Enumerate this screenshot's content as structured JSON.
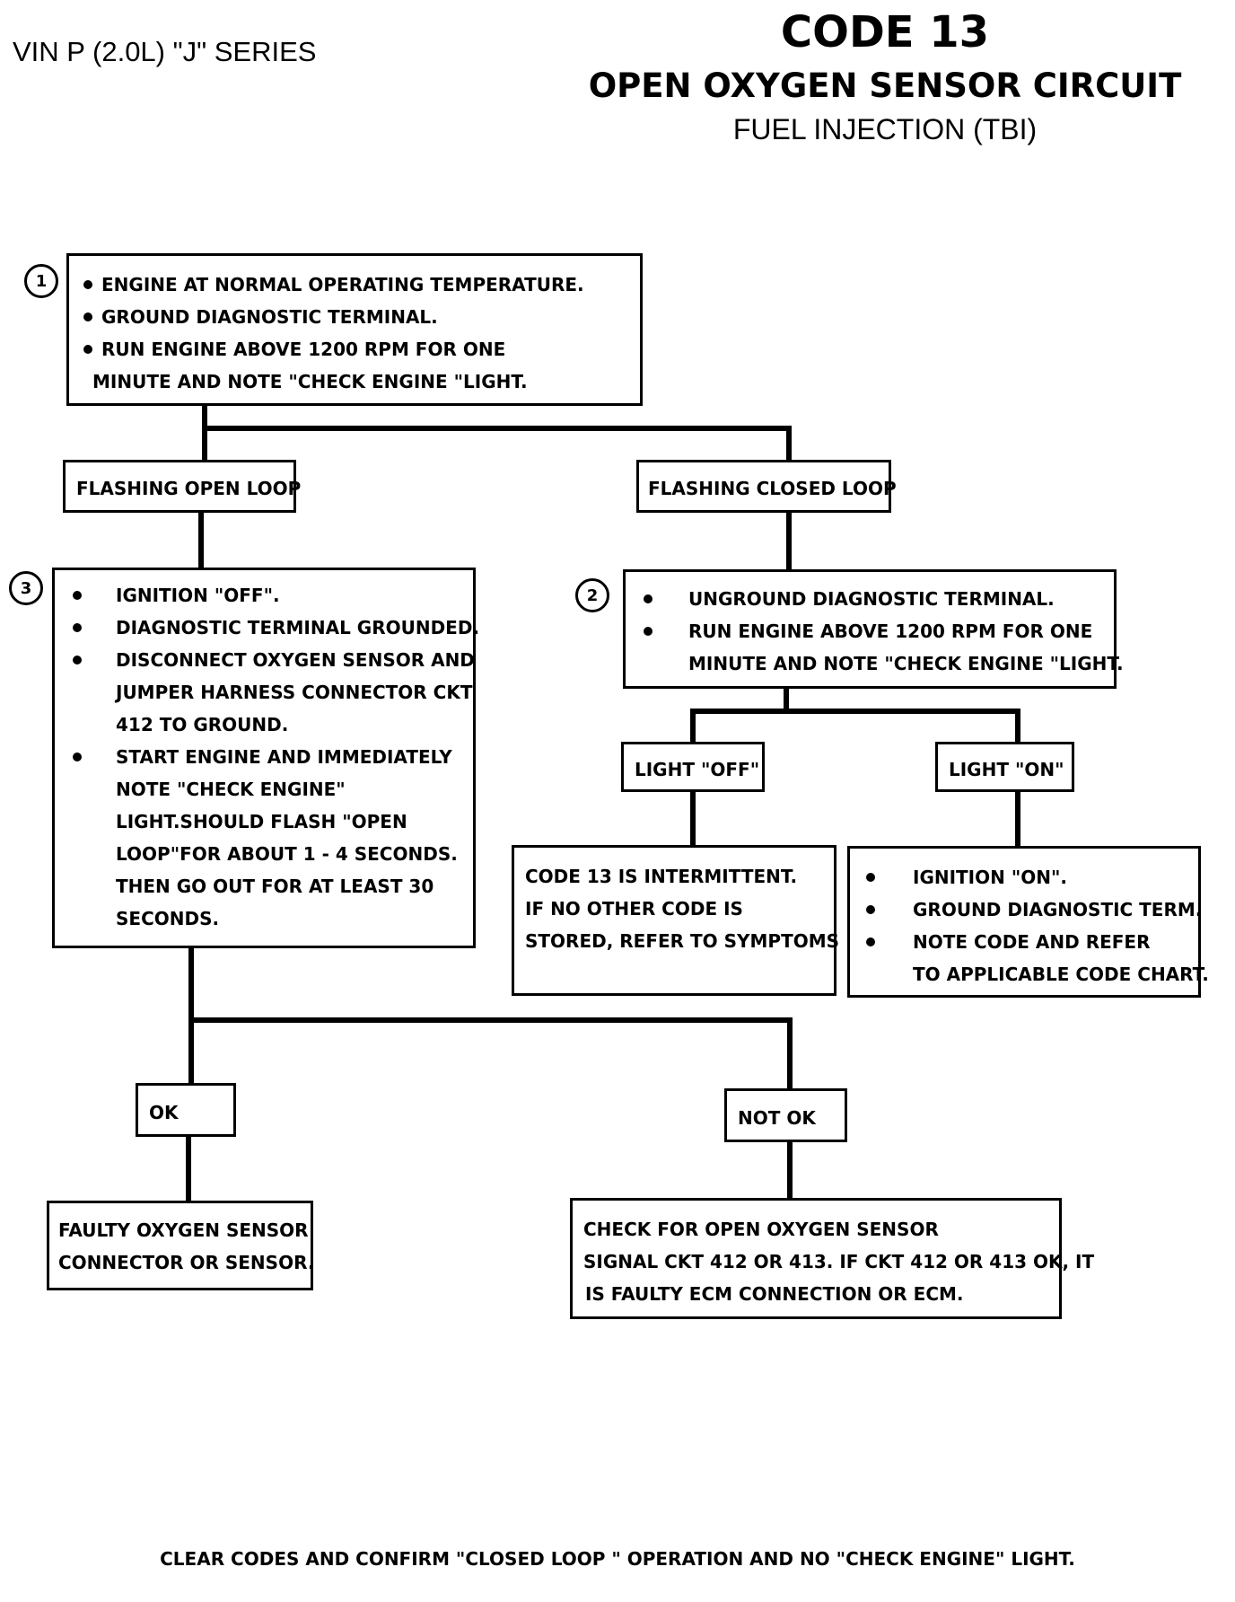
{
  "header": {
    "vin": "VIN P (2.0L) \"J\" SERIES",
    "code": "CODE 13",
    "title": "OPEN OXYGEN SENSOR CIRCUIT",
    "subtitle": "FUEL INJECTION (TBI)"
  },
  "step1": {
    "number": "1",
    "lines": [
      "ENGINE AT NORMAL OPERATING TEMPERATURE.",
      "GROUND DIAGNOSTIC TERMINAL.",
      "RUN ENGINE ABOVE 1200 RPM FOR ONE",
      "MINUTE AND NOTE \"CHECK ENGINE \"LIGHT."
    ]
  },
  "branch_open_loop": "FLASHING OPEN LOOP",
  "branch_closed_loop": "FLASHING CLOSED LOOP",
  "step3": {
    "number": "3",
    "lines": [
      "IGNITION \"OFF\".",
      "DIAGNOSTIC TERMINAL GROUNDED.",
      "DISCONNECT OXYGEN SENSOR AND",
      "JUMPER HARNESS CONNECTOR CKT",
      "412 TO GROUND.",
      "START ENGINE AND IMMEDIATELY",
      "NOTE \"CHECK ENGINE\"",
      "LIGHT.SHOULD FLASH \"OPEN",
      "LOOP\"FOR ABOUT 1 - 4 SECONDS.",
      "THEN GO OUT FOR AT LEAST 30",
      "SECONDS."
    ]
  },
  "step2": {
    "number": "2",
    "lines": [
      "UNGROUND DIAGNOSTIC TERMINAL.",
      "RUN ENGINE ABOVE 1200 RPM FOR ONE",
      "MINUTE  AND NOTE \"CHECK ENGINE \"LIGHT."
    ]
  },
  "light_off": "LIGHT \"OFF\"",
  "light_on": "LIGHT \"ON\"",
  "intermittent": {
    "lines": [
      "CODE 13 IS INTERMITTENT.",
      "IF NO OTHER CODE IS",
      "STORED, REFER TO SYMPTOMS"
    ]
  },
  "ignition_on": {
    "lines": [
      "IGNITION \"ON\".",
      "GROUND DIAGNOSTIC TERM.",
      "NOTE CODE AND REFER",
      "TO APPLICABLE CODE CHART."
    ]
  },
  "ok": "OK",
  "not_ok": "NOT OK",
  "faulty_sensor": {
    "lines": [
      "FAULTY OXYGEN SENSOR",
      "CONNECTOR OR SENSOR."
    ]
  },
  "check_open": {
    "lines": [
      "CHECK FOR OPEN OXYGEN SENSOR",
      "SIGNAL CKT 412 OR 413.  IF CKT 412 OR 413 OK, IT",
      "IS FAULTY  ECM CONNECTION OR ECM."
    ]
  },
  "footer": "CLEAR CODES AND CONFIRM \"CLOSED LOOP \" OPERATION AND NO \"CHECK ENGINE\" LIGHT."
}
